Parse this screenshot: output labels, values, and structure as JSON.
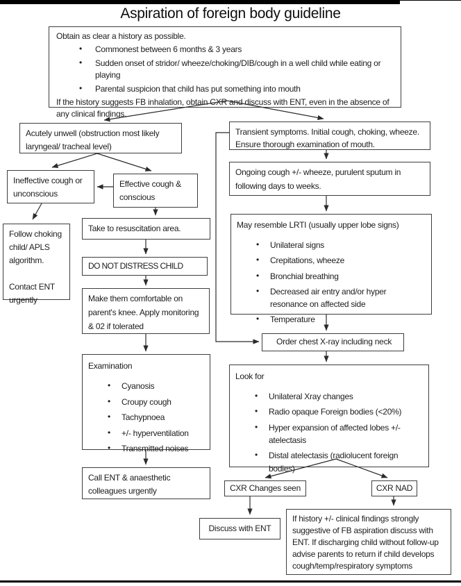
{
  "page": {
    "title": "Aspiration of foreign body guideline"
  },
  "nodes": {
    "history": {
      "intro": "Obtain as clear a history as possible.",
      "bullets": [
        "Commonest between 6 months & 3 years",
        "Sudden onset of stridor/ wheeze/choking/DIB/cough in a well child while eating or playing",
        "Parental suspicion that child has put something into mouth"
      ],
      "outro": "If the history suggests FB inhalation, obtain CXR and discuss with ENT, even in the absence of any clinical findings."
    },
    "acutely_unwell": {
      "text": "Acutely unwell  (obstruction most likely laryngeal/ tracheal level)"
    },
    "ineffective_cough": {
      "text": "Ineffective cough or unconscious"
    },
    "effective_cough": {
      "text": "Effective cough & conscious"
    },
    "follow_choking": {
      "line1": "Follow choking child/ APLS algorithm.",
      "line2": "Contact ENT urgently"
    },
    "take_resus": {
      "text": "Take to resuscitation area."
    },
    "do_not_distress": {
      "text": "DO NOT DISTRESS CHILD"
    },
    "make_comfortable": {
      "text": "Make them comfortable on parent's knee. Apply monitoring & 02 if tolerated"
    },
    "examination": {
      "title": "Examination",
      "bullets": [
        "Cyanosis",
        "Croupy cough",
        "Tachypnoea",
        "+/- hyperventilation",
        "Transmitted noises"
      ]
    },
    "call_ent": {
      "text": "Call ENT & anaesthetic colleagues urgently"
    },
    "transient": {
      "text": "Transient symptoms. Initial cough, choking, wheeze. Ensure thorough examination of mouth."
    },
    "ongoing": {
      "text": "Ongoing cough +/- wheeze, purulent sputum in following days to weeks."
    },
    "may_resemble": {
      "title": "May resemble LRTI (usually upper lobe signs)",
      "bullets": [
        "Unilateral signs",
        "Crepitations, wheeze",
        "Bronchial breathing",
        "Decreased air entry and/or hyper resonance on affected side",
        "Temperature"
      ]
    },
    "order_cxr": {
      "text": "Order chest X-ray including neck"
    },
    "look_for": {
      "title": "Look for",
      "bullets": [
        "Unilateral Xray changes",
        "Radio opaque Foreign bodies (<20%)",
        "Hyper expansion of affected lobes +/- atelectasis",
        "Distal atelectasis (radiolucent foreign bodies)"
      ]
    },
    "cxr_changes": {
      "text": "CXR Changes seen"
    },
    "cxr_nad": {
      "text": "CXR NAD"
    },
    "discuss_ent": {
      "text": "Discuss with ENT"
    },
    "if_history": {
      "text": "If history +/- clinical findings strongly suggestive of FB aspiration discuss with ENT.  If discharging child without follow-up advise parents to return if  child develops cough/temp/respiratory  symptoms"
    }
  },
  "colors": {
    "line": "#2b2b2b",
    "border": "#3d3d3d",
    "bar": "#000000"
  }
}
